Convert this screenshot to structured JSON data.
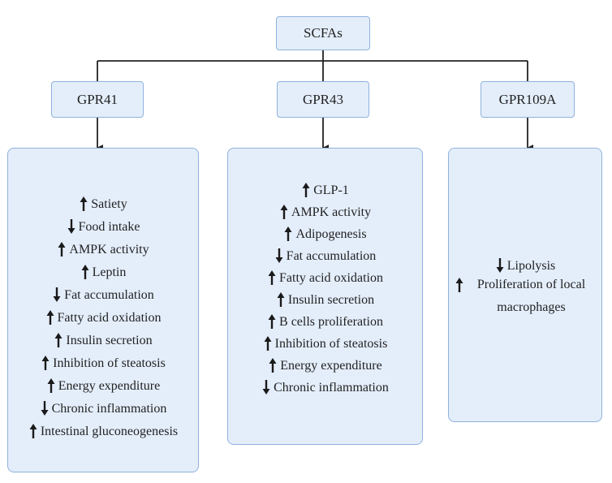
{
  "root": {
    "label": "SCFAs"
  },
  "receptors": [
    {
      "label": "GPR41",
      "effects": [
        {
          "direction": "up",
          "text": "Satiety"
        },
        {
          "direction": "down",
          "text": "Food intake"
        },
        {
          "direction": "up",
          "text": "AMPK activity"
        },
        {
          "direction": "up",
          "text": "Leptin"
        },
        {
          "direction": "down",
          "text": "Fat accumulation"
        },
        {
          "direction": "up",
          "text": "Fatty acid oxidation"
        },
        {
          "direction": "up",
          "text": "Insulin secretion"
        },
        {
          "direction": "up",
          "text": "Inhibition of steatosis"
        },
        {
          "direction": "up",
          "text": "Energy expenditure"
        },
        {
          "direction": "down",
          "text": "Chronic inflammation"
        },
        {
          "direction": "up",
          "text": "Intestinal gluconeogenesis"
        }
      ]
    },
    {
      "label": "GPR43",
      "effects": [
        {
          "direction": "up",
          "text": "GLP-1"
        },
        {
          "direction": "up",
          "text": "AMPK activity"
        },
        {
          "direction": "up",
          "text": "Adipogenesis"
        },
        {
          "direction": "down",
          "text": "Fat accumulation"
        },
        {
          "direction": "up",
          "text": "Fatty acid oxidation"
        },
        {
          "direction": "up",
          "text": "Insulin secretion"
        },
        {
          "direction": "up",
          "text": "B cells proliferation"
        },
        {
          "direction": "up",
          "text": "Inhibition of steatosis"
        },
        {
          "direction": "up",
          "text": "Energy expenditure"
        },
        {
          "direction": "down",
          "text": "Chronic inflammation"
        }
      ]
    },
    {
      "label": "GPR109A",
      "effects": [
        {
          "direction": "down",
          "text": "Lipolysis"
        },
        {
          "direction": "up",
          "text": "Proliferation of local macrophages"
        }
      ]
    }
  ],
  "colors": {
    "box_fill": "#e4eefb",
    "box_border": "#8fb2db",
    "line": "#222222"
  }
}
